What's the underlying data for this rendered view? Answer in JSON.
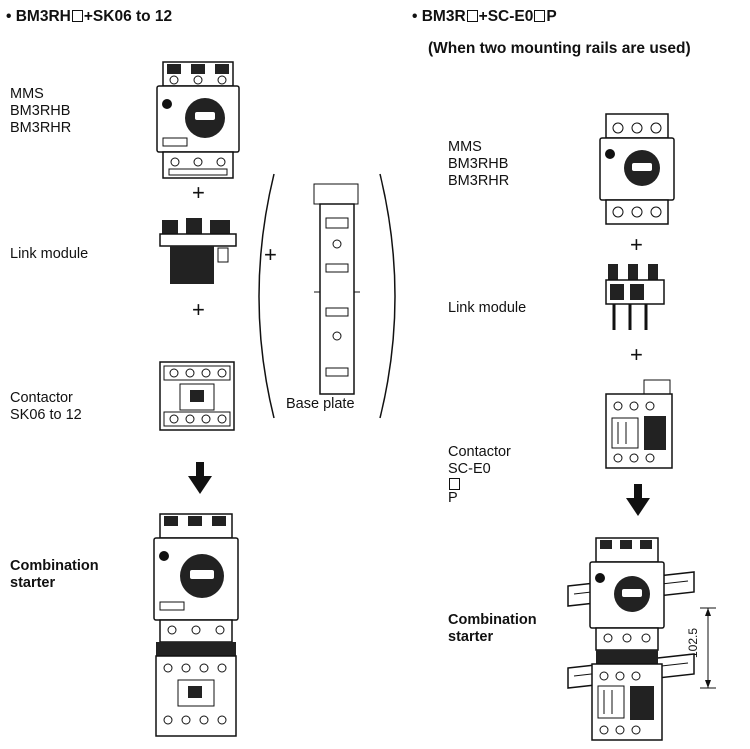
{
  "left": {
    "heading_prefix": "• BM3RH",
    "heading_suffix": "+SK06 to 12",
    "mms_label": [
      "MMS",
      "BM3RHB",
      "BM3RHR"
    ],
    "link_label": "Link module",
    "contactor_label": [
      "Contactor",
      "SK06 to 12"
    ],
    "base_plate_label": "Base plate",
    "combination_label": [
      "Combination",
      "starter"
    ],
    "plus": "+"
  },
  "right": {
    "heading_prefix": "• BM3R",
    "heading_suffix": "+SC-E0",
    "heading_end": "P",
    "subheading": "(When two mounting rails are used)",
    "mms_label": [
      "MMS",
      "BM3RHB",
      "BM3RHR"
    ],
    "link_label": "Link module",
    "contactor_label": [
      "Contactor",
      "SC-E0",
      "P"
    ],
    "combination_label": [
      "Combination",
      "starter"
    ],
    "dimension": "102.5",
    "plus": "+"
  }
}
